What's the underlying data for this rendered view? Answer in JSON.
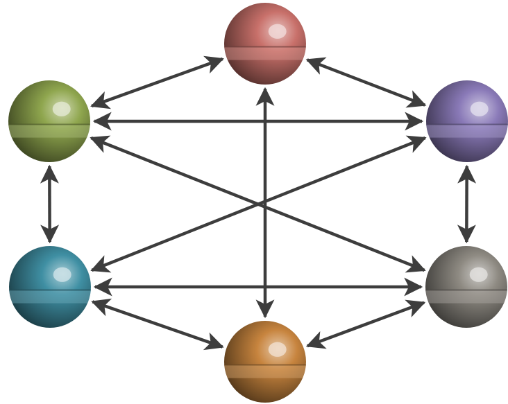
{
  "diagram": {
    "arrow_color": "#3d3d3d",
    "nodes": [
      {
        "id": "top",
        "color": "#c8706a"
      },
      {
        "id": "top-left",
        "color": "#8fa64e"
      },
      {
        "id": "top-right",
        "color": "#8a7ab8"
      },
      {
        "id": "bottom-left",
        "color": "#3f8fa3"
      },
      {
        "id": "bottom-right",
        "color": "#8e8a82"
      },
      {
        "id": "bottom",
        "color": "#c7843e"
      }
    ],
    "connections": [
      {
        "from": "top",
        "to": "top-left",
        "direction": "both"
      },
      {
        "from": "top",
        "to": "top-right",
        "direction": "both"
      },
      {
        "from": "top",
        "to": "bottom",
        "direction": "both"
      },
      {
        "from": "top-left",
        "to": "top-right",
        "direction": "both"
      },
      {
        "from": "top-left",
        "to": "bottom-right",
        "direction": "both"
      },
      {
        "from": "top-right",
        "to": "bottom-left",
        "direction": "both"
      },
      {
        "from": "top-left",
        "to": "bottom-left",
        "direction": "both"
      },
      {
        "from": "top-right",
        "to": "bottom-right",
        "direction": "both"
      },
      {
        "from": "bottom-left",
        "to": "bottom-right",
        "direction": "both"
      },
      {
        "from": "bottom-left",
        "to": "bottom",
        "direction": "both"
      },
      {
        "from": "bottom-right",
        "to": "bottom",
        "direction": "both"
      }
    ]
  }
}
